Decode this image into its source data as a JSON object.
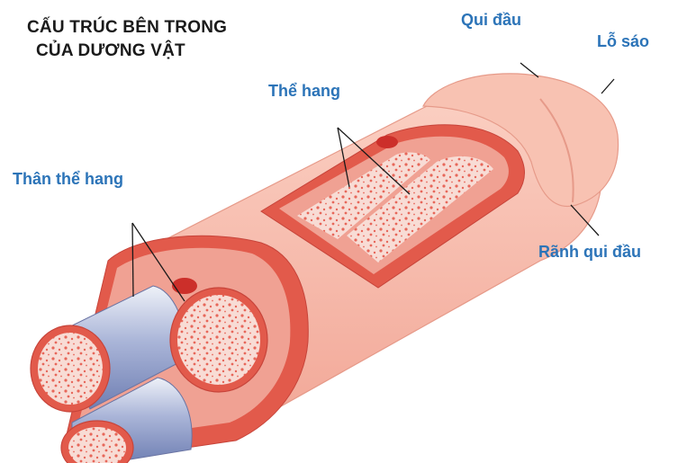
{
  "title": {
    "line1": "CẤU TRÚC BÊN TRONG",
    "line2": "CỦA DƯƠNG VẬT"
  },
  "labels": {
    "glans": "Qui đầu",
    "urethral_opening": "Lỗ sáo",
    "corpus_spongiosum": "Thể hang",
    "corpora_cavernosa": "Thân thể hang",
    "coronal_sulcus": "Rãnh qui đầu"
  },
  "colors": {
    "label_text": "#2c74b8",
    "title_text": "#1a1a1a",
    "skin": "#f6b3a3",
    "tissue_red": "#e45a4c",
    "cut_surface": "#f0a192",
    "spongy": "#f7d9d3",
    "tube_blue": "#a9b4d6"
  }
}
